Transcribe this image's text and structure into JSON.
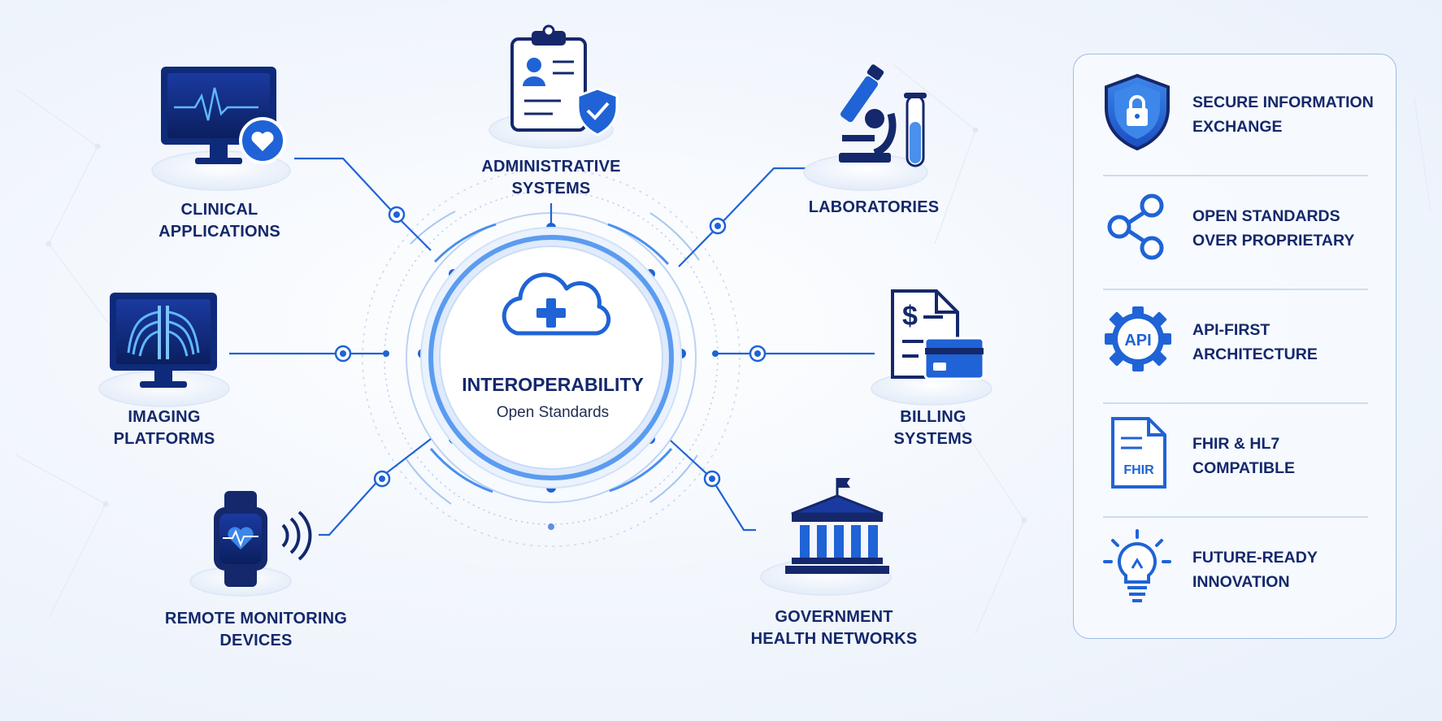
{
  "hub": {
    "title": "INTEROPERABILITY",
    "subtitle": "Open Standards",
    "icon": "cloud-plus-icon"
  },
  "nodes": [
    {
      "id": "clinical",
      "icon": "heart-monitor-icon",
      "line1": "CLINICAL",
      "line2": "APPLICATIONS"
    },
    {
      "id": "administrative",
      "icon": "clipboard-shield-icon",
      "line1": "ADMINISTRATIVE",
      "line2": "SYSTEMS"
    },
    {
      "id": "laboratories",
      "icon": "microscope-icon",
      "line1": "LABORATORIES",
      "line2": ""
    },
    {
      "id": "imaging",
      "icon": "xray-monitor-icon",
      "line1": "IMAGING",
      "line2": "PLATFORMS"
    },
    {
      "id": "billing",
      "icon": "invoice-card-icon",
      "line1": "BILLING",
      "line2": "SYSTEMS"
    },
    {
      "id": "remote",
      "icon": "smartwatch-icon",
      "line1": "REMOTE MONITORING",
      "line2": "DEVICES"
    },
    {
      "id": "government",
      "icon": "government-building-icon",
      "line1": "GOVERNMENT",
      "line2": "HEALTH NETWORKS"
    }
  ],
  "features": [
    {
      "icon": "shield-lock-icon",
      "line1": "SECURE INFORMATION",
      "line2": "EXCHANGE"
    },
    {
      "icon": "share-nodes-icon",
      "line1": "OPEN STANDARDS",
      "line2": "OVER PROPRIETARY"
    },
    {
      "icon": "api-gear-icon",
      "icon_text": "API",
      "line1": "API-FIRST",
      "line2": "ARCHITECTURE"
    },
    {
      "icon": "fhir-document-icon",
      "icon_text": "FHIR",
      "line1": "FHIR & HL7",
      "line2": "COMPATIBLE"
    },
    {
      "icon": "lightbulb-icon",
      "line1": "FUTURE-READY",
      "line2": "INNOVATION"
    }
  ],
  "colors": {
    "navy": "#14286b",
    "blue": "#1f63d6",
    "light_blue": "#4a90ec",
    "pale": "#cfe0f7"
  }
}
